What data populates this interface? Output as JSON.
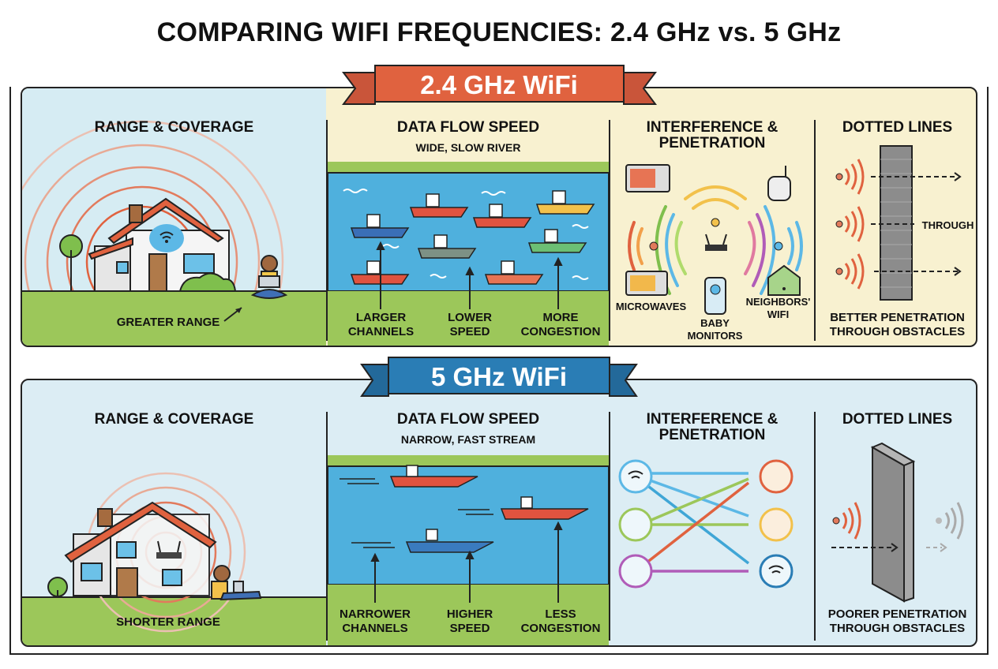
{
  "title": "COMPARING WIFI FREQUENCIES: 2.4 GHz vs. 5 GHz",
  "colors": {
    "orange_banner": "#e0623f",
    "blue_banner": "#2a7db5",
    "sky_blue": "#d6ecf3",
    "cream": "#f8f1d0",
    "grass": "#9cc75a",
    "water": "#4fb0dd",
    "signal_red": "#e0623f"
  },
  "section_24": {
    "banner": "2.4 GHz WiFi",
    "range": {
      "title": "RANGE & COVERAGE",
      "label": "GREATER RANGE",
      "icons": [
        "house-icon",
        "wifi-icon",
        "person-with-laptop-icon",
        "tree-icon",
        "bush-icon"
      ]
    },
    "data_flow": {
      "title": "DATA FLOW SPEED",
      "subtitle": "WIDE, SLOW RIVER",
      "labels": [
        {
          "line1": "LARGER",
          "line2": "CHANNELS"
        },
        {
          "line1": "LOWER",
          "line2": "SPEED"
        },
        {
          "line1": "MORE",
          "line2": "CONGESTION"
        }
      ],
      "boat_count": 8
    },
    "interference": {
      "title_line1": "INTERFERENCE &",
      "title_line2": "PENETRATION",
      "sources": [
        {
          "line1": "MICROWAVES",
          "line2": ""
        },
        {
          "line1": "BABY",
          "line2": "MONITORS"
        },
        {
          "line1": "NEIGHBORS'",
          "line2": "WIFI"
        }
      ]
    },
    "penetration": {
      "title": "DOTTED LINES",
      "through_label": "THROUGH",
      "label_line1": "BETTER PENETRATION",
      "label_line2": "THROUGH OBSTACLES"
    }
  },
  "section_5": {
    "banner": "5 GHz WiFi",
    "range": {
      "title": "RANGE & COVERAGE",
      "label": "SHORTER RANGE",
      "icons": [
        "house-icon",
        "router-icon",
        "person-with-tablet-icon",
        "tree-icon"
      ]
    },
    "data_flow": {
      "title": "DATA FLOW SPEED",
      "subtitle": "NARROW, FAST STREAM",
      "labels": [
        {
          "line1": "NARROWER",
          "line2": "CHANNELS"
        },
        {
          "line1": "HIGHER",
          "line2": "SPEED"
        },
        {
          "line1": "LESS",
          "line2": "CONGESTION"
        }
      ],
      "boat_count": 3
    },
    "interference": {
      "title_line1": "INTERFERENCE &",
      "title_line2": "PENETRATION",
      "left_nodes": [
        "wifi-icon",
        "baby-monitor-icon",
        "microwave-icon"
      ],
      "right_nodes": [
        "antenna-icon",
        "phone-icon",
        "wifi-icon"
      ]
    },
    "penetration": {
      "title": "DOTTED LINES",
      "label_line1": "POORER PENETRATION",
      "label_line2": "THROUGH OBSTACLES"
    }
  }
}
